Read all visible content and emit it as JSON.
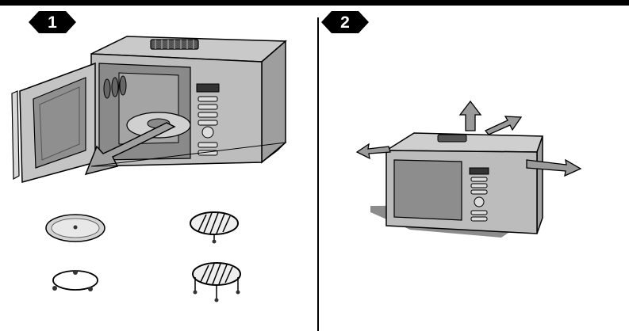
{
  "steps": [
    {
      "number": "1"
    },
    {
      "number": "2"
    }
  ],
  "colors": {
    "ink": "#000000",
    "body_gray": "#b9b9b9",
    "light_gray": "#d6d6d6",
    "dark_gray": "#7a7a7a",
    "shadow": "#8c8c8c",
    "arrow_gray": "#9a9a9a",
    "badge": "#000000"
  },
  "illustrations": {
    "step1": [
      "microwave-open-door",
      "turntable-removal-arrow"
    ],
    "step2": [
      "microwave-closed",
      "ventilation-arrows"
    ],
    "accessories": [
      "glass-turntable",
      "roller-ring",
      "low-rack",
      "high-rack"
    ]
  }
}
